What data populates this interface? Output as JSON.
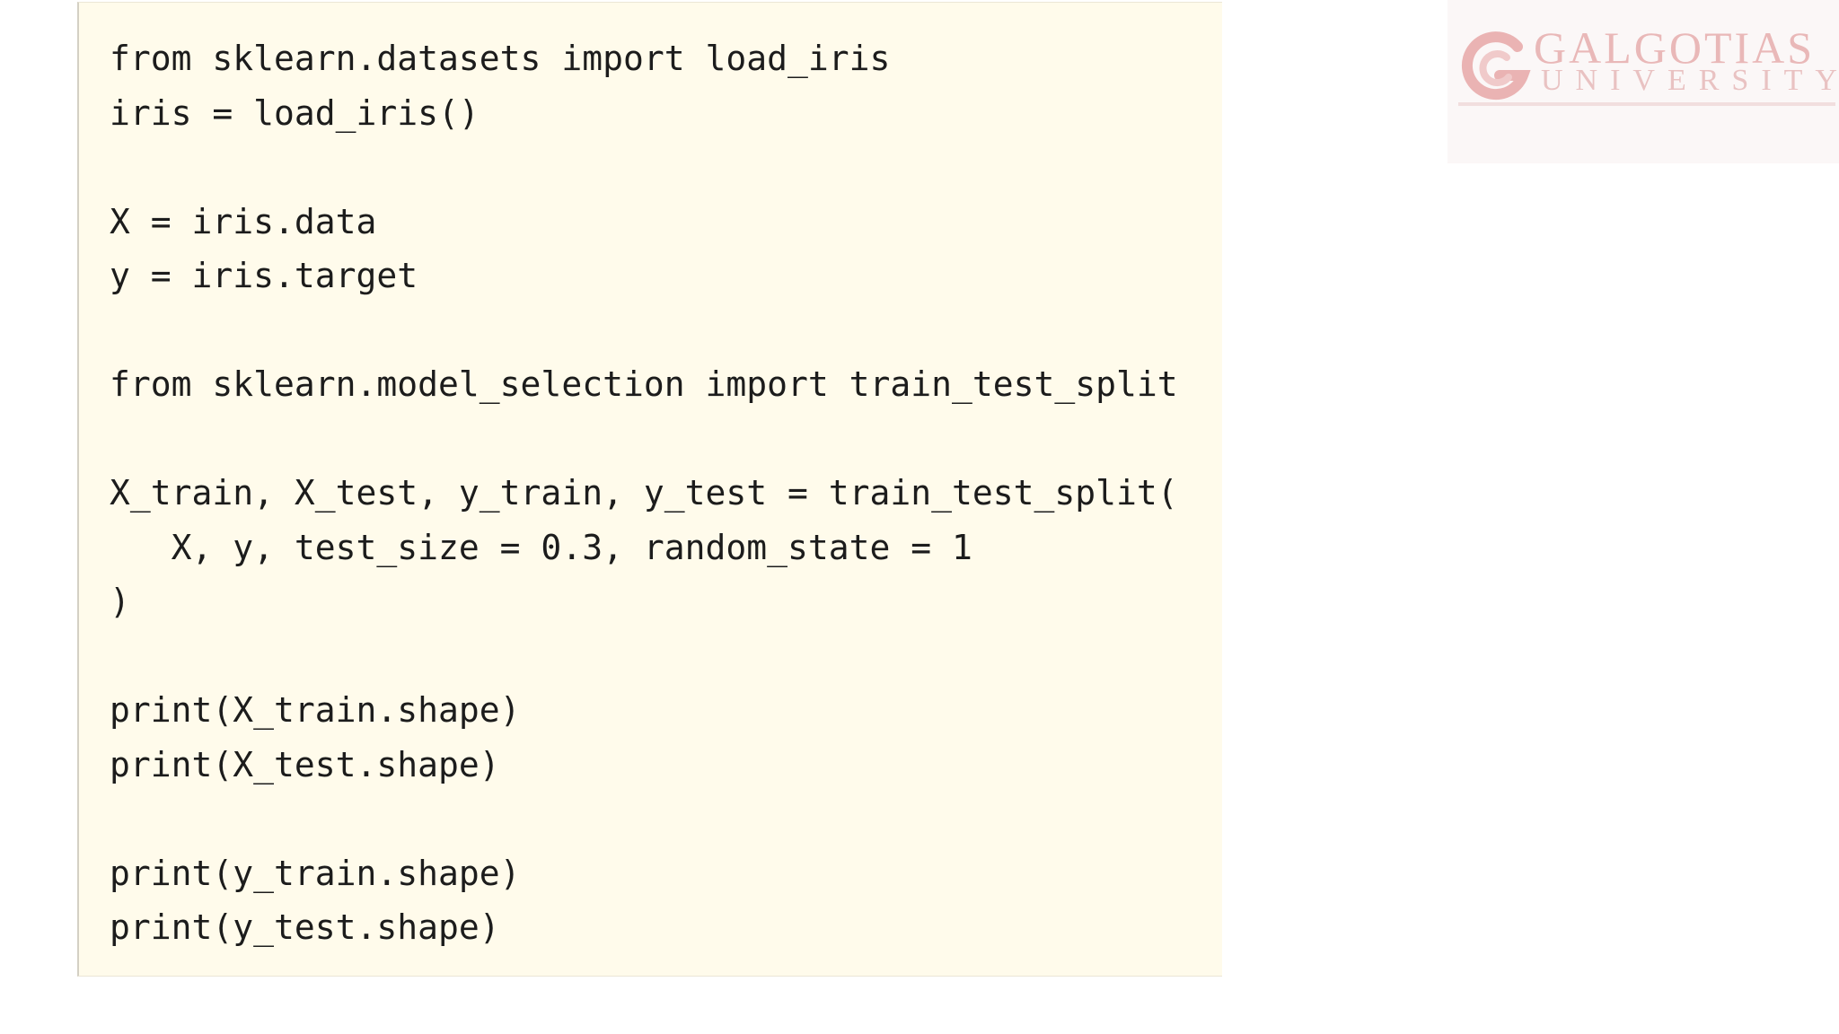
{
  "code_block": {
    "lines": [
      "from sklearn.datasets import load_iris",
      "iris = load_iris()",
      "",
      "X = iris.data",
      "y = iris.target",
      "",
      "from sklearn.model_selection import train_test_split",
      "",
      "X_train, X_test, y_train, y_test = train_test_split(",
      "   X, y, test_size = 0.3, random_state = 1",
      ")",
      "",
      "print(X_train.shape)",
      "print(X_test.shape)",
      "",
      "print(y_train.shape)",
      "print(y_test.shape)"
    ]
  },
  "logo": {
    "name": "GALGOTIAS",
    "sub": "UNIVERSITY",
    "icon": "galgotias-logo-mark",
    "color": "#e9b8b8"
  }
}
